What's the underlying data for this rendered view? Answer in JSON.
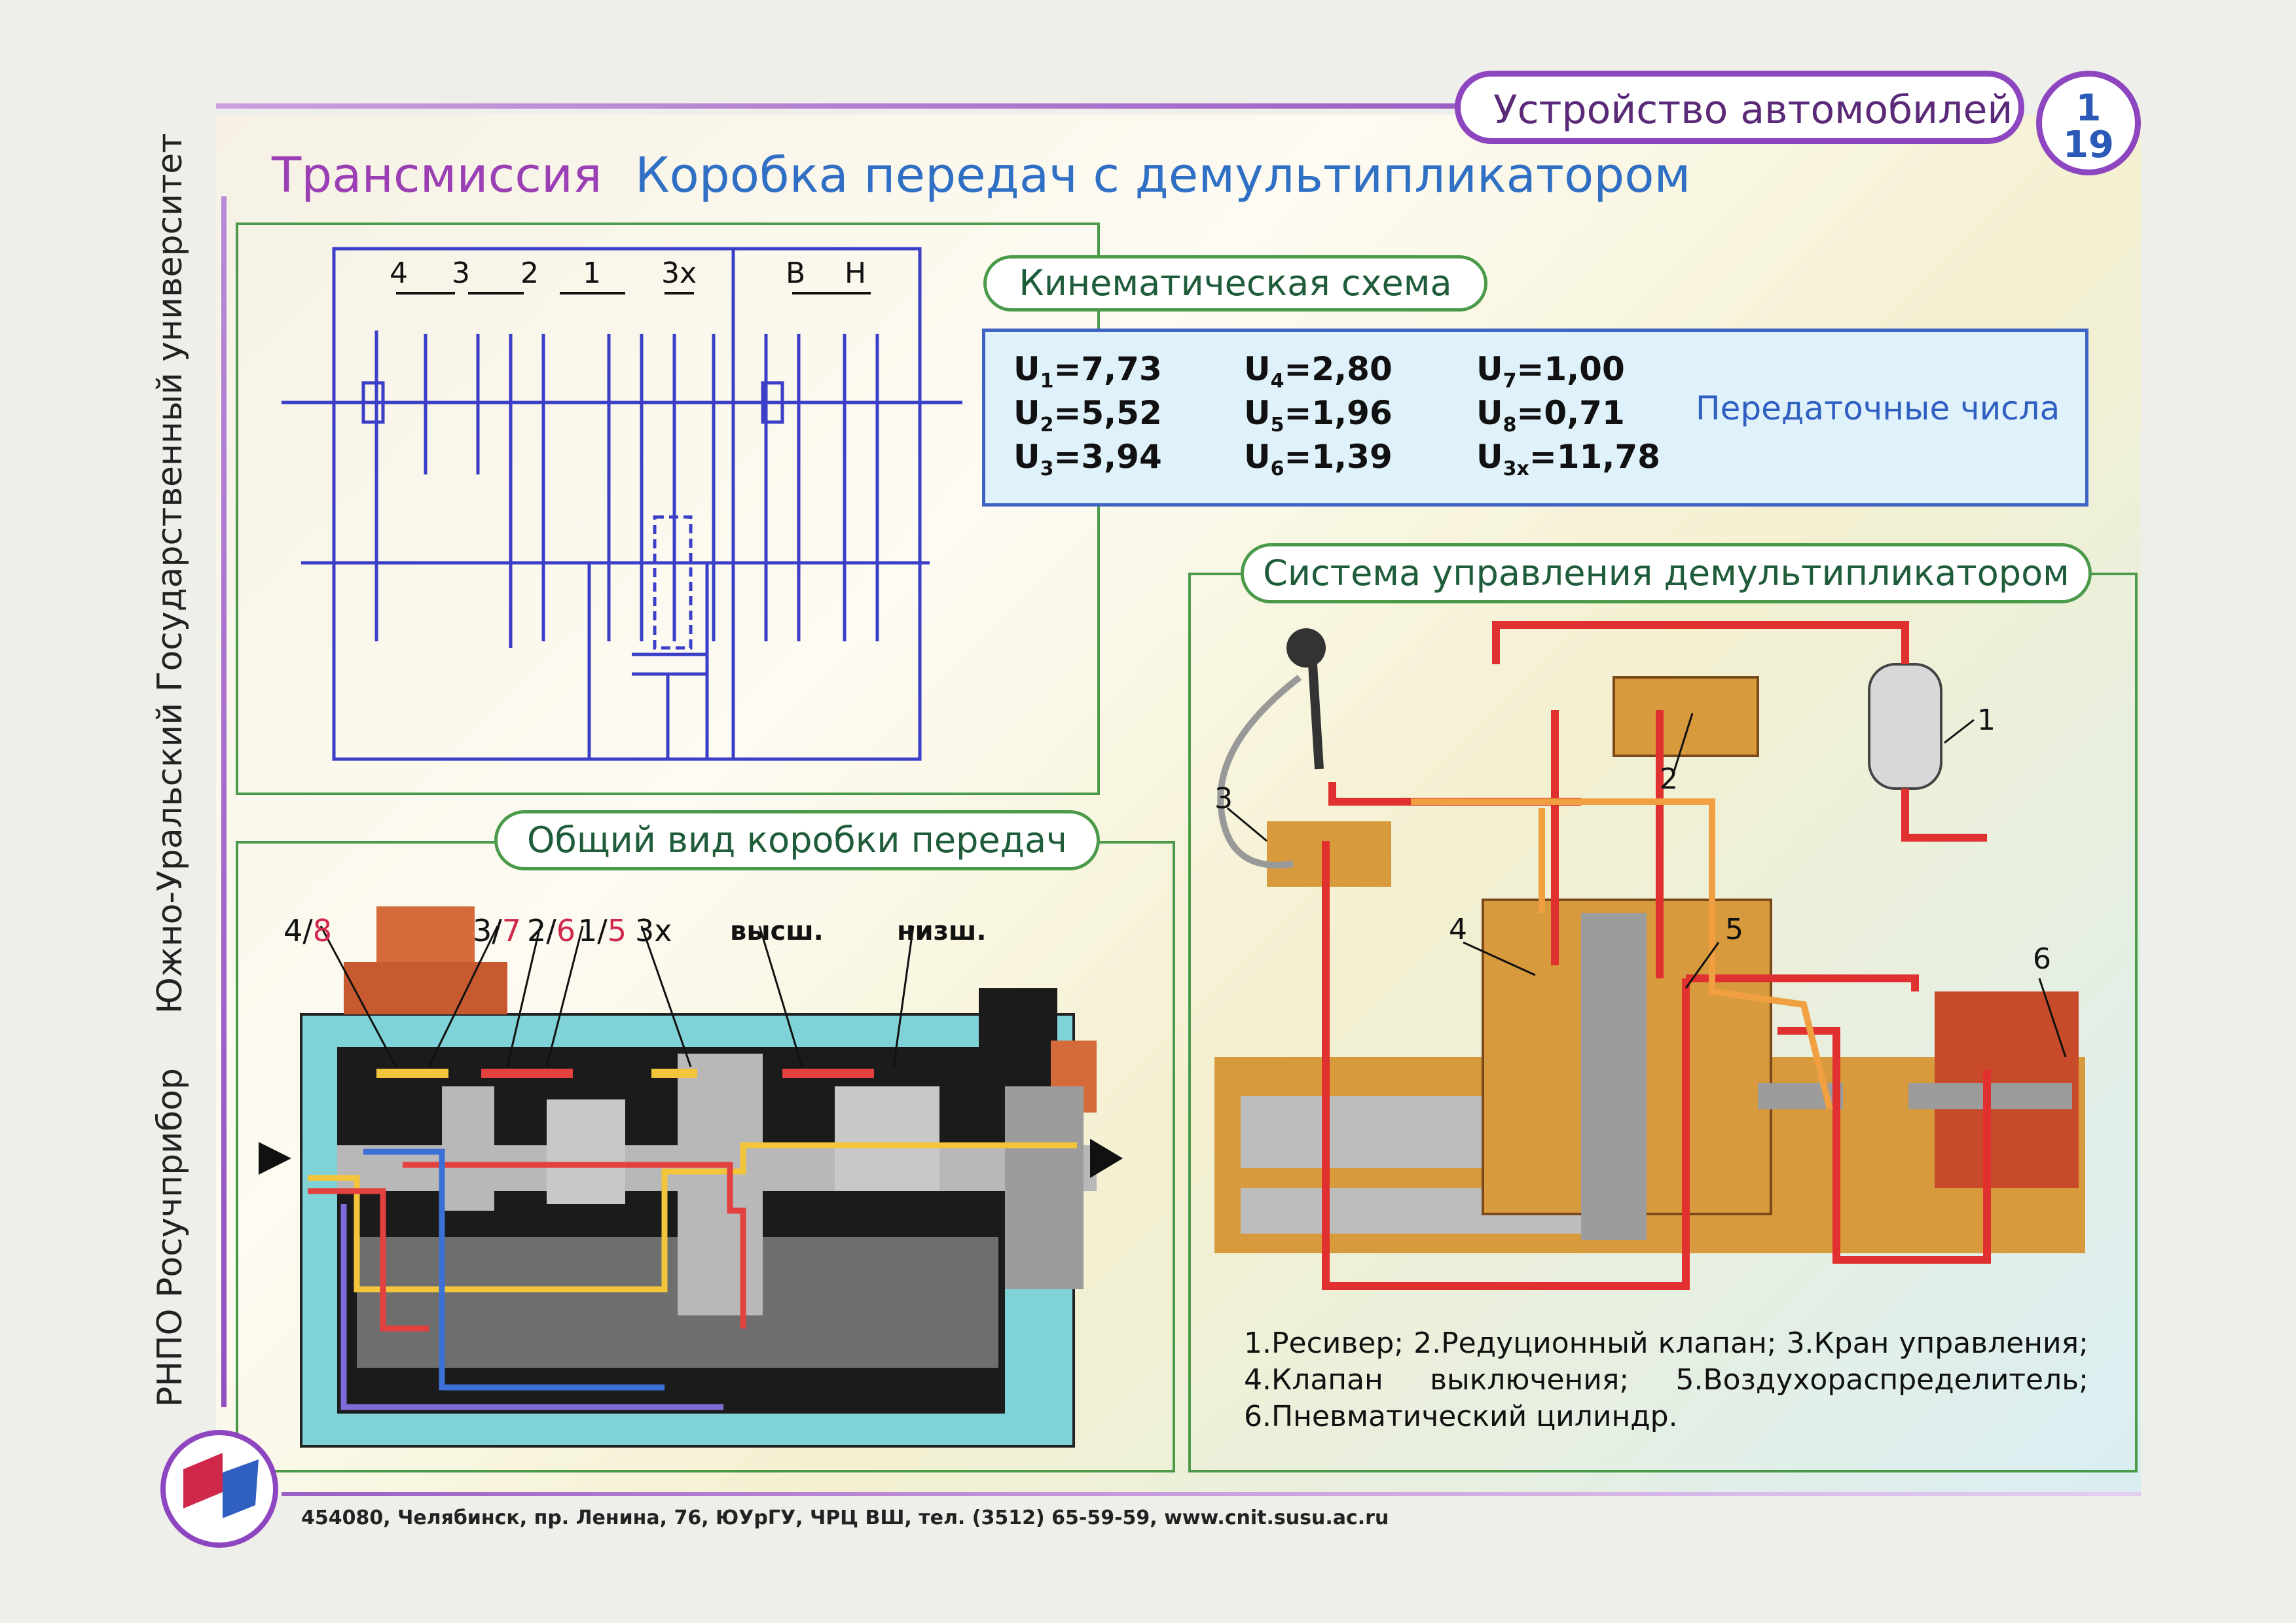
{
  "header": {
    "title": "Устройство автомобилей",
    "page_top": "1",
    "page_bottom": "19"
  },
  "titles": {
    "left": "Трансмиссия",
    "right": "Коробка передач с демультипликатором"
  },
  "vertical_text": "РНПО Росучприбор     Южно-Уральский Государственный университет",
  "kinematic": {
    "pill": "Кинематическая схема",
    "top_labels": [
      "4",
      "3",
      "2",
      "1",
      "3х",
      "В",
      "Н"
    ]
  },
  "ratios": {
    "col1": [
      {
        "u": "U",
        "s": "1",
        "v": "=7,73"
      },
      {
        "u": "U",
        "s": "2",
        "v": "=5,52"
      },
      {
        "u": "U",
        "s": "3",
        "v": "=3,94"
      }
    ],
    "col2": [
      {
        "u": "U",
        "s": "4",
        "v": "=2,80"
      },
      {
        "u": "U",
        "s": "5",
        "v": "=1,96"
      },
      {
        "u": "U",
        "s": "6",
        "v": "=1,39"
      }
    ],
    "col3": [
      {
        "u": "U",
        "s": "7",
        "v": "=1,00"
      },
      {
        "u": "U",
        "s": "8",
        "v": "=0,71"
      },
      {
        "u": "U",
        "s": "3х",
        "v": "=11,78"
      }
    ],
    "label": "Передаточные числа"
  },
  "general": {
    "pill": "Общий вид коробки передач",
    "c1a": "4/",
    "c1b": "8",
    "c2a": "3/",
    "c2b": "7",
    "c3a": "2/",
    "c3b": "6",
    "c4a": "1/",
    "c4b": "5",
    "c5": "3х",
    "c6": "высш.",
    "c7": "низш."
  },
  "system": {
    "pill": "Система управления демультипликатором",
    "numbers": [
      "1",
      "2",
      "3",
      "4",
      "5",
      "6"
    ],
    "legend_line1": [
      "1.Ресивер;",
      "2.Редуционный",
      "клапан;",
      "3.Кран",
      "управления;"
    ],
    "legend_line2": [
      "4.Клапан",
      "выключения;",
      "5.Воздухораспределитель;"
    ],
    "legend_line3": "6.Пневматический цилиндр."
  },
  "footer": "454080, Челябинск, пр. Ленина, 76, ЮУрГУ, ЧРЦ ВШ, тел. (3512) 65-59-59, www.cnit.susu.ac.ru",
  "colors": {
    "purple": "#8d45c0",
    "green": "#4a9a4a",
    "blue": "#3f63c4",
    "red": "#d0284a",
    "yellow": "#f0c040"
  }
}
